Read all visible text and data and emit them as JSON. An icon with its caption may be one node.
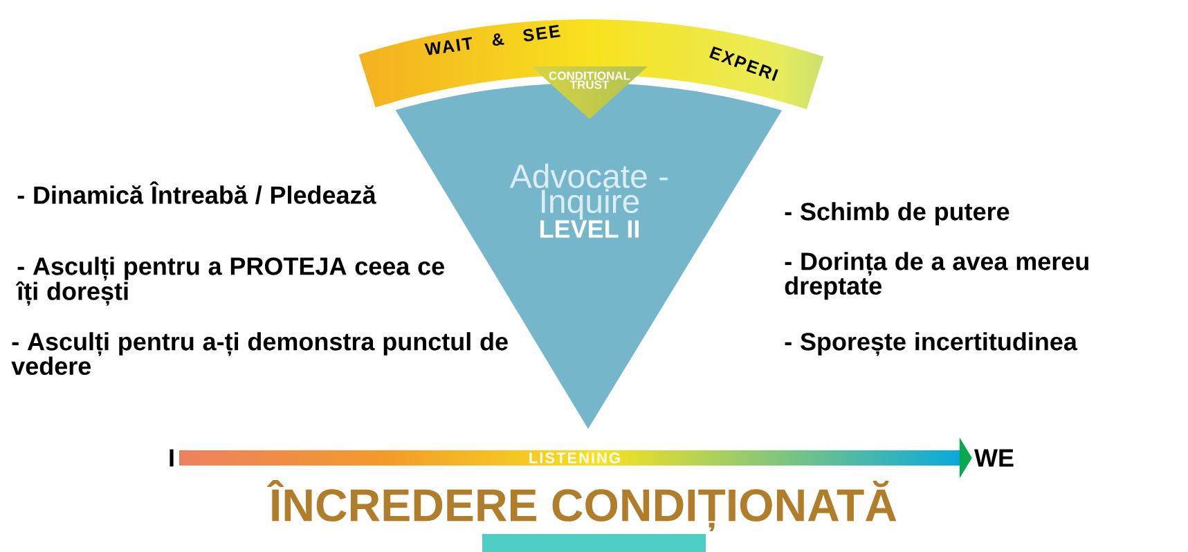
{
  "diagram": {
    "title": "ÎNCREDERE CONDIȚIONATĂ",
    "nodes": [
      {
        "text": [
          "Advocate - Inquire",
          "LEVEL II"
        ]
      },
      {
        "text": [
          "CONDITIONAL TRUST"
        ]
      },
      {
        "text": [
          "WAIT & SEE",
          "EXPERI"
        ]
      },
      {
        "text": [
          "I"
        ]
      },
      {
        "text": [
          "WE"
        ]
      }
    ],
    "edges": [
      {
        "from": 3,
        "to": 4,
        "arrow": "to",
        "label": "LISTENING"
      }
    ],
    "labels": [
      "- Dinamică Întreabă / Pledează",
      "- Asculți pentru a PROTEJA ceea ce îți dorești",
      "- Asculți pentru a-ți demonstra punctul de vedere",
      "- Schimb de putere",
      "- Dorința de a avea mereu dreptate",
      "- Sporește incertitudinea"
    ]
  }
}
